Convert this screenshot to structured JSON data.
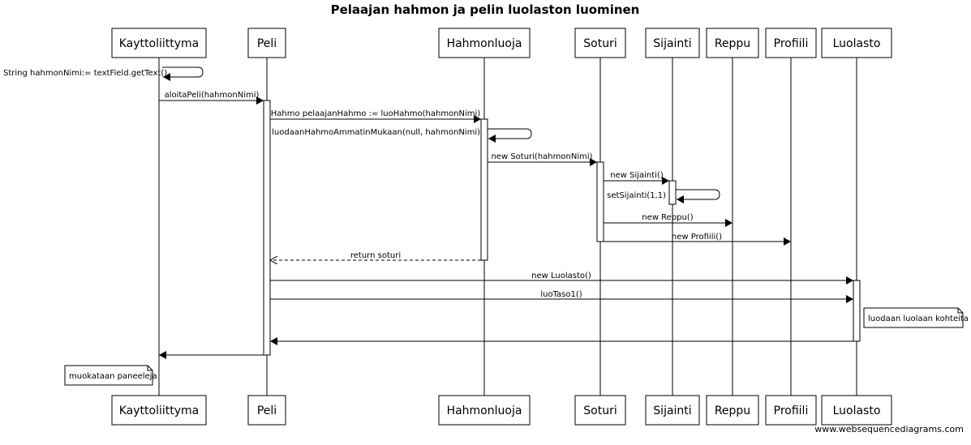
{
  "title": "Pelaajan hahmon ja pelin luolaston luominen",
  "participants": [
    {
      "id": "kayttoliittyma",
      "label": "Kayttoliittyma"
    },
    {
      "id": "peli",
      "label": "Peli"
    },
    {
      "id": "hahmonluoja",
      "label": "Hahmonluoja"
    },
    {
      "id": "soturi",
      "label": "Soturi"
    },
    {
      "id": "sijainti",
      "label": "Sijainti"
    },
    {
      "id": "reppu",
      "label": "Reppu"
    },
    {
      "id": "profiili",
      "label": "Profiili"
    },
    {
      "id": "luolasto",
      "label": "Luolasto"
    }
  ],
  "messages": [
    {
      "from": "kayttoliittyma",
      "to": "kayttoliittyma",
      "label": "String hahmonNimi:= textField.getText()",
      "style": "solid"
    },
    {
      "from": "kayttoliittyma",
      "to": "peli",
      "label": "aloitaPeli(hahmonNimi)",
      "style": "solid"
    },
    {
      "from": "peli",
      "to": "hahmonluoja",
      "label": "Hahmo pelaajanHahmo := luoHahmo(hahmonNimi)",
      "style": "solid"
    },
    {
      "from": "hahmonluoja",
      "to": "hahmonluoja",
      "label": "luodaanHahmoAmmatinMukaan(null, hahmonNimi)",
      "style": "solid"
    },
    {
      "from": "hahmonluoja",
      "to": "soturi",
      "label": "new Soturi(hahmonNimi)",
      "style": "solid"
    },
    {
      "from": "soturi",
      "to": "sijainti",
      "label": "new Sijainti()",
      "style": "solid"
    },
    {
      "from": "sijainti",
      "to": "sijainti",
      "label": "setSijainti(1,1)",
      "style": "solid"
    },
    {
      "from": "soturi",
      "to": "reppu",
      "label": "new Reppu()",
      "style": "solid"
    },
    {
      "from": "soturi",
      "to": "profiili",
      "label": "new Profiili()",
      "style": "solid"
    },
    {
      "from": "hahmonluoja",
      "to": "peli",
      "label": "return soturi",
      "style": "dashed"
    },
    {
      "from": "peli",
      "to": "luolasto",
      "label": "new Luolasto()",
      "style": "solid"
    },
    {
      "from": "peli",
      "to": "luolasto",
      "label": "luoTaso1()",
      "style": "solid"
    },
    {
      "from": "luolasto",
      "to": "peli",
      "label": "",
      "style": "solid"
    },
    {
      "from": "peli",
      "to": "kayttoliittyma",
      "label": "",
      "style": "solid"
    }
  ],
  "notes": [
    {
      "over": "luolasto",
      "text": "luodaan luolaan kohteita"
    },
    {
      "over": "kayttoliittyma",
      "text": "muokataan paneeleja"
    }
  ],
  "watermark": "www.websequencediagrams.com"
}
